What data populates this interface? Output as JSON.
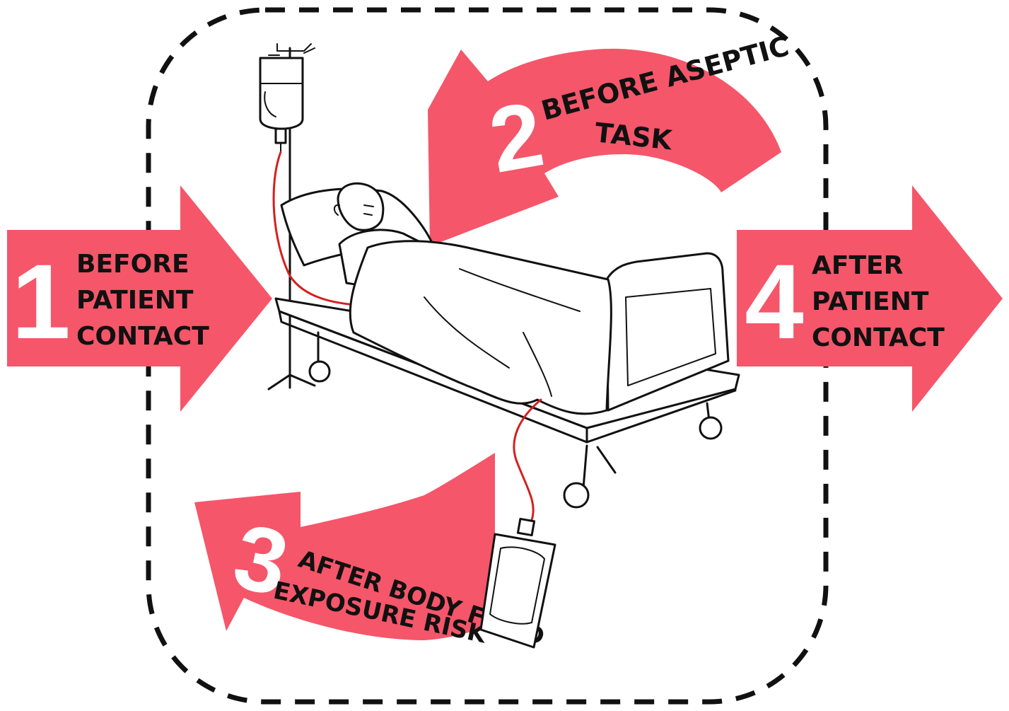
{
  "colors": {
    "arrow_fill": "#f5566a",
    "ink": "#111111",
    "tube": "#d42020",
    "numeral": "#ffffff"
  },
  "moments": [
    {
      "number": "1",
      "lines": [
        "BEFORE",
        "PATIENT",
        "CONTACT"
      ]
    },
    {
      "number": "2",
      "lines": [
        "BEFORE ASEPTIC",
        "TASK"
      ]
    },
    {
      "number": "3",
      "lines": [
        "AFTER BODY FLUID",
        "EXPOSURE RISK"
      ]
    },
    {
      "number": "4",
      "lines": [
        "AFTER",
        "PATIENT",
        "CONTACT"
      ]
    }
  ],
  "illustration": {
    "icons": [
      "dashed-zone-icon",
      "iv-pole-icon",
      "iv-bag-icon",
      "hospital-bed-icon",
      "patient-icon",
      "drainage-bag-icon"
    ]
  }
}
